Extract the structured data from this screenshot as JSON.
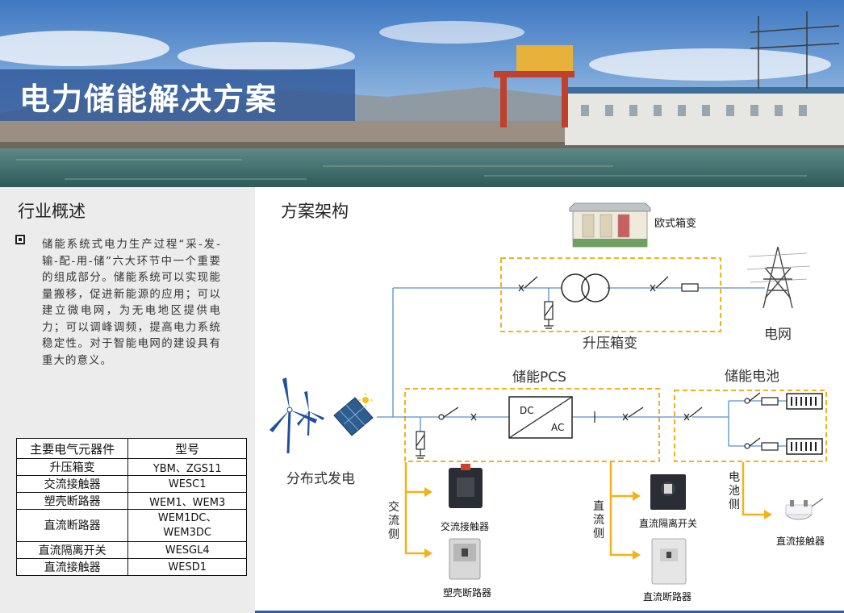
{
  "banner": {
    "title": "电力储能解决方案"
  },
  "overview": {
    "title": "行业概述",
    "text": "储能系统式电力生产过程“采-发-输-配-用-储”六大环节中一个重要的组成部分。储能系统可以实现能量搬移，促进新能源的应用；可以建立微电网，为无电地区提供电力；可以调峰调频，提高电力系统稳定性。对于智能电网的建设具有重大的意义。"
  },
  "parts_table": {
    "headers": [
      "主要电气元器件",
      "型号"
    ],
    "rows": [
      [
        "升压箱变",
        "YBM、ZGS11"
      ],
      [
        "交流接触器",
        "WESC1"
      ],
      [
        "塑壳断路器",
        "WEM1、WEM3"
      ],
      [
        "直流断路器",
        "WEM1DC、WEM3DC"
      ],
      [
        "直流隔离开关",
        "WESGL4"
      ],
      [
        "直流接触器",
        "WESD1"
      ]
    ],
    "row3_model_lines": [
      "WEM1DC、",
      "WEM3DC"
    ]
  },
  "architecture": {
    "title": "方案架构",
    "labels": {
      "box_transformer": "欧式箱变",
      "step_up": "升压箱变",
      "grid": "电网",
      "pcs": "储能PCS",
      "battery": "储能电池",
      "distributed": "分布式发电",
      "dc": "DC",
      "ac": "AC",
      "ac_side": "交流侧",
      "dc_side": "直流侧",
      "battery_side": "电池侧",
      "ac_contactor": "交流接触器",
      "mccb": "塑壳断路器",
      "dc_isolator": "直流隔离开关",
      "dc_breaker": "直流断路器",
      "dc_contactor": "直流接触器"
    }
  },
  "colors": {
    "line_blue": "#5a8fc8",
    "dashed_orange": "#f2b21c",
    "title_box": "#2d5596",
    "panel_gray": "#ececec"
  }
}
